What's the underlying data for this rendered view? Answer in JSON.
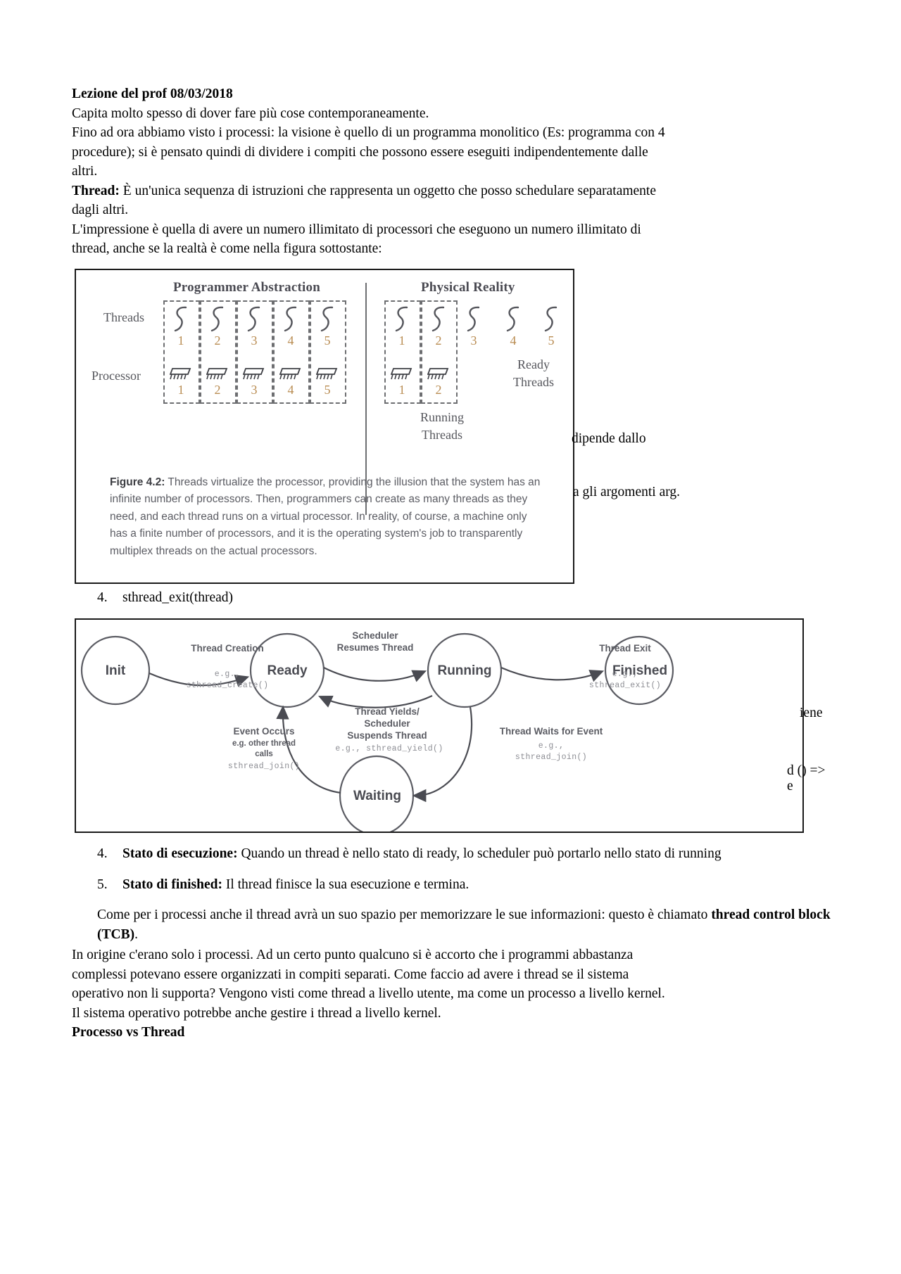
{
  "document": {
    "heading": "Lezione del prof 08/03/2018",
    "intro_lines": [
      "Capita molto spesso di dover fare più cose contemporaneamente.",
      "Fino ad ora abbiamo visto i processi: la visione è quello di un programma monolitico (Es: programma con 4",
      "procedure); si è pensato quindi di dividere i compiti che possono essere eseguiti indipendentemente dalle",
      "altri."
    ],
    "thread_def_label": "Thread:",
    "thread_def_text": " È un'unica sequenza di istruzioni che rappresenta un oggetto che posso schedulare separatamente",
    "thread_def_line2": "dagli altri.",
    "impression_lines": [
      "L'impressione è quella di avere un numero illimitato di processori che eseguono un numero illimitato di",
      "thread, anche se la realtà è come nella figura sottostante:"
    ]
  },
  "figure": {
    "column_titles": {
      "left": "Programmer Abstraction",
      "right": "Physical Reality"
    },
    "row_labels": {
      "threads": "Threads",
      "processor": "Processor"
    },
    "side_labels": {
      "ready": "Ready\nThreads",
      "running": "Running\nThreads"
    },
    "abstraction_thread_numbers": [
      "1",
      "2",
      "3",
      "4",
      "5"
    ],
    "abstraction_processor_numbers": [
      "1",
      "2",
      "3",
      "4",
      "5"
    ],
    "reality_thread_numbers": [
      "1",
      "2",
      "3",
      "4",
      "5"
    ],
    "reality_processor_numbers": [
      "1",
      "2"
    ],
    "caption_lead": "Figure 4.2:",
    "caption_text": " Threads virtualize the processor, providing the illusion that the system has an infinite number of processors. Then, programmers can create as many threads as they need, and each thread runs on a virtual processor. In reality, of course, a machine only has a finite number of processors, and it is the operating system's job to transparently multiplex threads on the actual processors."
  },
  "overlapped_fragments": {
    "frag_dipende": "dipende dallo",
    "frag_argomenti": "a gli argomenti arg.",
    "frag_iene": "iene",
    "frag_d_arrow": "d () =>",
    "frag_e": "e"
  },
  "list_after_figure": {
    "items": [
      {
        "num": "4.",
        "text": "sthread_exit(thread)"
      }
    ]
  },
  "state_diagram": {
    "states": [
      {
        "id": "init",
        "label": "Init"
      },
      {
        "id": "ready",
        "label": "Ready"
      },
      {
        "id": "running",
        "label": "Running"
      },
      {
        "id": "finished",
        "label": "Finished"
      },
      {
        "id": "waiting",
        "label": "Waiting"
      }
    ],
    "transitions": [
      {
        "from": "init",
        "to": "ready",
        "label": "Thread Creation",
        "eg": "e.g.,",
        "call": "sthread_create()"
      },
      {
        "from": "ready",
        "to": "running",
        "label": "Scheduler\nResumes Thread",
        "eg": "",
        "call": ""
      },
      {
        "from": "running",
        "to": "ready",
        "label": "Thread Yields/\nScheduler\nSuspends Thread",
        "eg": "e.g.,  sthread_yield()",
        "call": ""
      },
      {
        "from": "running",
        "to": "finished",
        "label": "Thread Exit",
        "eg": "e.g.,",
        "call": "sthread_exit()"
      },
      {
        "from": "running",
        "to": "waiting",
        "label": "Thread Waits for Event",
        "eg": "e.g.,",
        "call": "sthread_join()"
      },
      {
        "from": "waiting",
        "to": "ready",
        "label": "Event Occurs\ne.g. other thread\ncalls",
        "eg": "",
        "call": "sthread_join()"
      }
    ],
    "edge_label_texts": {
      "thread_creation": "Thread Creation",
      "scheduler_resumes_1": "Scheduler",
      "scheduler_resumes_2": "Resumes Thread",
      "thread_exit": "Thread Exit",
      "thread_yields_1": "Thread Yields/",
      "thread_yields_2": "Scheduler",
      "thread_yields_3": "Suspends Thread",
      "event_occurs_1": "Event Occurs",
      "event_occurs_2": "e.g. other thread",
      "event_occurs_3": "calls",
      "thread_waits": "Thread Waits for Event",
      "eg_short": "e.g.,",
      "sthread_create": "sthread_create()",
      "sthread_exit": "sthread_exit()",
      "sthread_yield": "e.g.,  sthread_yield()",
      "sthread_join_left": "sthread_join()",
      "sthread_join_right": "sthread_join()"
    }
  },
  "bottom_list": {
    "items": [
      {
        "num": "4.",
        "bold": "Stato di esecuzione:",
        "text": " Quando un thread è nello stato di ready, lo scheduler può portarlo nello stato di running"
      },
      {
        "num": "5.",
        "bold": "Stato di finished:",
        "text": " Il thread finisce la sua esecuzione e termina."
      }
    ],
    "tcb_paragraph_a": "Come per i processi anche il thread avrà un suo spazio per memorizzare le sue informazioni: questo è chiamato ",
    "tcb_paragraph_bold": "thread control block (TCB)",
    "tcb_paragraph_b": "."
  },
  "closing": {
    "lines": [
      "In origine c'erano solo i processi. Ad un certo punto qualcuno si è accorto che i programmi abbastanza",
      "complessi potevano essere organizzati in compiti separati. Come faccio ad avere i thread se il sistema",
      "operativo non li supporta? Vengono visti come thread a livello utente, ma come un processo a livello kernel.",
      "Il sistema operativo potrebbe anche gestire i thread a livello kernel."
    ],
    "final_heading": "Processo vs Thread"
  }
}
